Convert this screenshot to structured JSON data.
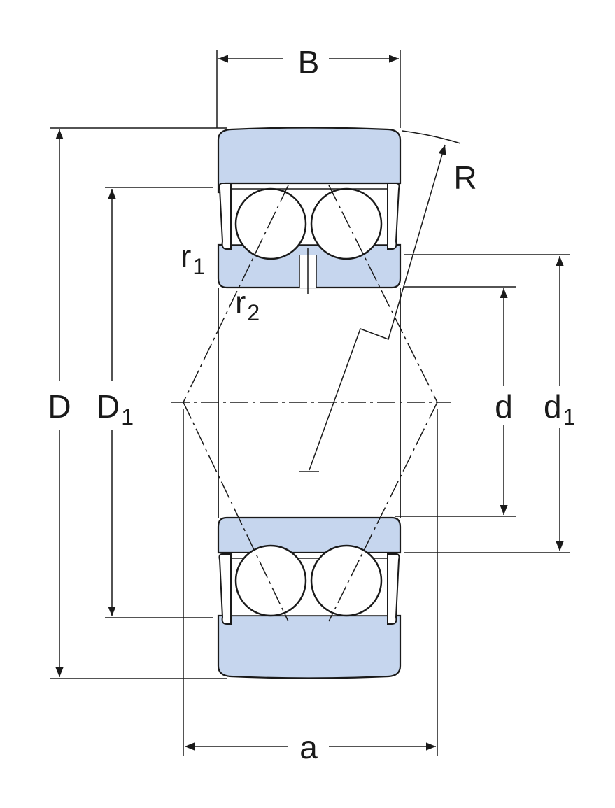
{
  "colors": {
    "ring_fill": "#c6d6ee",
    "line": "#1a1a1a",
    "background": "#ffffff"
  },
  "labels": {
    "B": "B",
    "R": "R",
    "r1_main": "r",
    "r1_sub": "1",
    "r2_main": "r",
    "r2_sub": "2",
    "D": "D",
    "D1_main": "D",
    "D1_sub": "1",
    "d": "d",
    "d1_main": "d",
    "d1_sub": "1",
    "a": "a"
  }
}
